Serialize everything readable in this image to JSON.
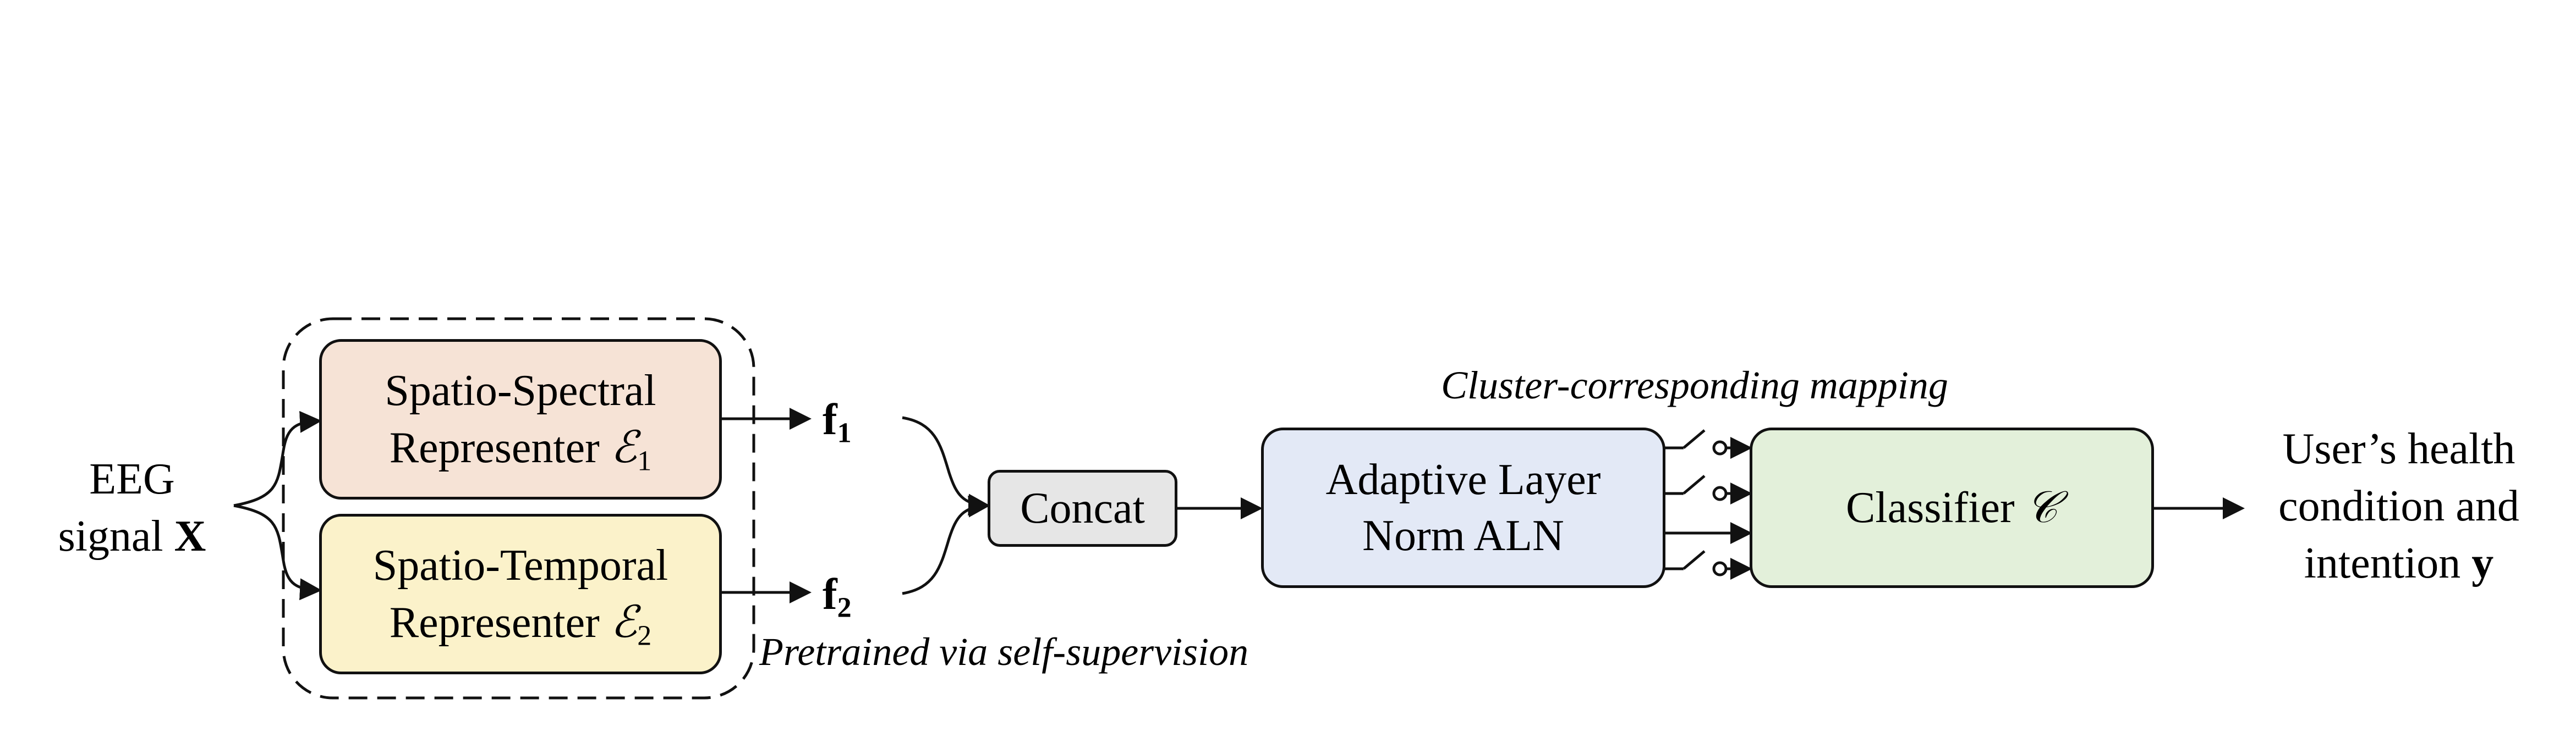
{
  "input": {
    "line1": "EEG",
    "line2_text": "signal",
    "line2_var": "X"
  },
  "encoders": [
    {
      "line1": "Spatio-Spectral",
      "line2_text": "Representer",
      "symbol": "ℰ",
      "subscript": "1",
      "fill": "#f6e3d6"
    },
    {
      "line1": "Spatio-Temporal",
      "line2_text": "Representer",
      "symbol": "ℰ",
      "subscript": "2",
      "fill": "#fbf2ca"
    }
  ],
  "features": [
    {
      "base": "f",
      "subscript": "1"
    },
    {
      "base": "f",
      "subscript": "2"
    }
  ],
  "pretrained_note": "Pretrained via self-supervision",
  "concat": {
    "label": "Concat",
    "fill": "#e6e6e6"
  },
  "aln": {
    "line1": "Adaptive Layer",
    "line2": "Norm ALN",
    "fill": "#e3e9f6"
  },
  "mapping_note": "Cluster-corresponding mapping",
  "classifier": {
    "text": "Classifier",
    "symbol": "𝒞",
    "fill": "#e3f0da"
  },
  "output": {
    "line1": "User’s health",
    "line2": "condition and",
    "line3_text": "intention",
    "line3_var": "y"
  }
}
